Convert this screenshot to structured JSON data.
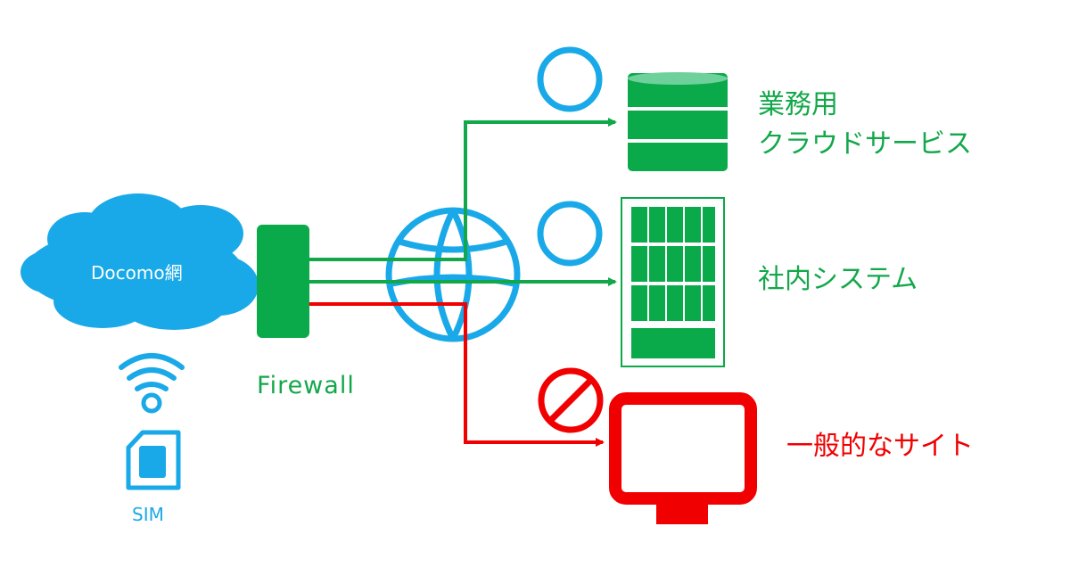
{
  "network": {
    "label": "Docomo網"
  },
  "sim": {
    "label": "SIM"
  },
  "firewall": {
    "label": "Firewall"
  },
  "targets": [
    {
      "lines": [
        "業務用",
        "クラウドサービス"
      ],
      "status": "allowed",
      "status_icon": "circle-o-icon",
      "target_icon": "database-icon"
    },
    {
      "lines": [
        "社内システム"
      ],
      "status": "allowed",
      "status_icon": "circle-o-icon",
      "target_icon": "building-icon"
    },
    {
      "lines": [
        "一般的なサイト"
      ],
      "status": "blocked",
      "status_icon": "prohibited-icon",
      "target_icon": "monitor-icon"
    }
  ],
  "colors": {
    "network_blue": "#1aa9e8",
    "allowed_green": "#12a84a",
    "blocked_red": "#f00000"
  }
}
